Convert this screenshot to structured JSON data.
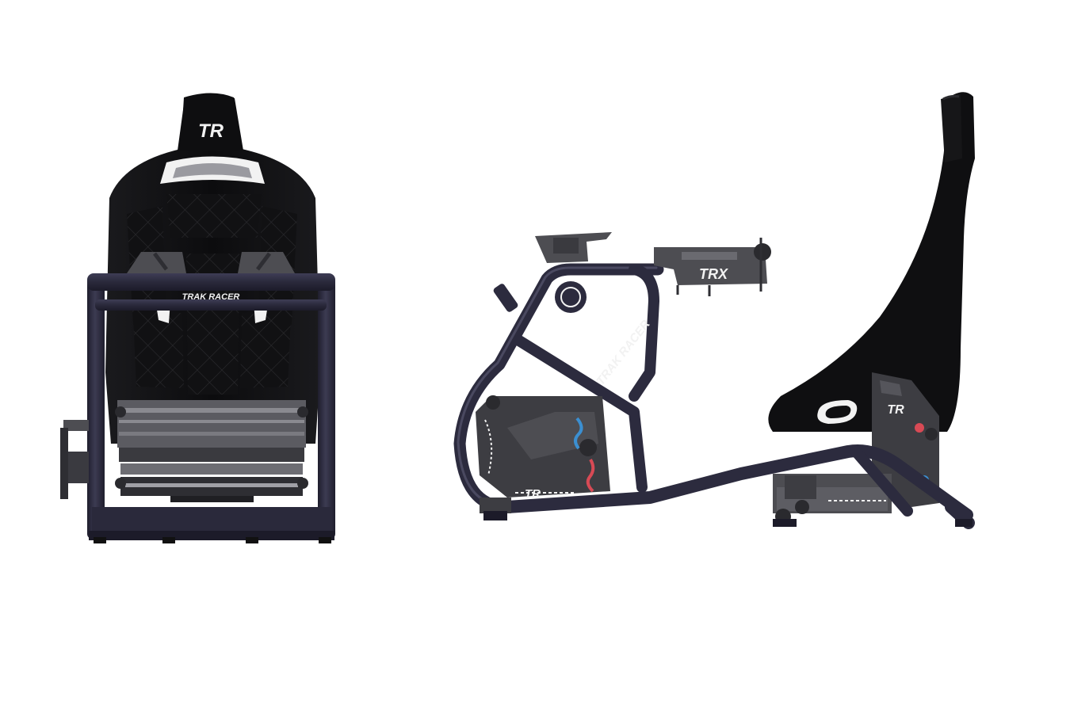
{
  "scene": {
    "front_view": {
      "headrest_logo": "TR",
      "crossbar_text": "TRAK RACER"
    },
    "side_view": {
      "wheel_deck_logo": "TRX",
      "frame_text": "TRAK RACER",
      "base_logo": "TR",
      "seat_logo": "TR"
    }
  },
  "colors": {
    "frame": "#2c2b3e",
    "frame_highlight": "#4a4960",
    "seat": "#111113",
    "seat_stitch": "#2b2b2f",
    "bracket": "#4d4d52",
    "bracket_dark": "#2e2e33",
    "slider": "#8a8a90",
    "accent_red": "#d84a55",
    "accent_blue": "#3b8fd1",
    "white": "#f2f2f2"
  }
}
